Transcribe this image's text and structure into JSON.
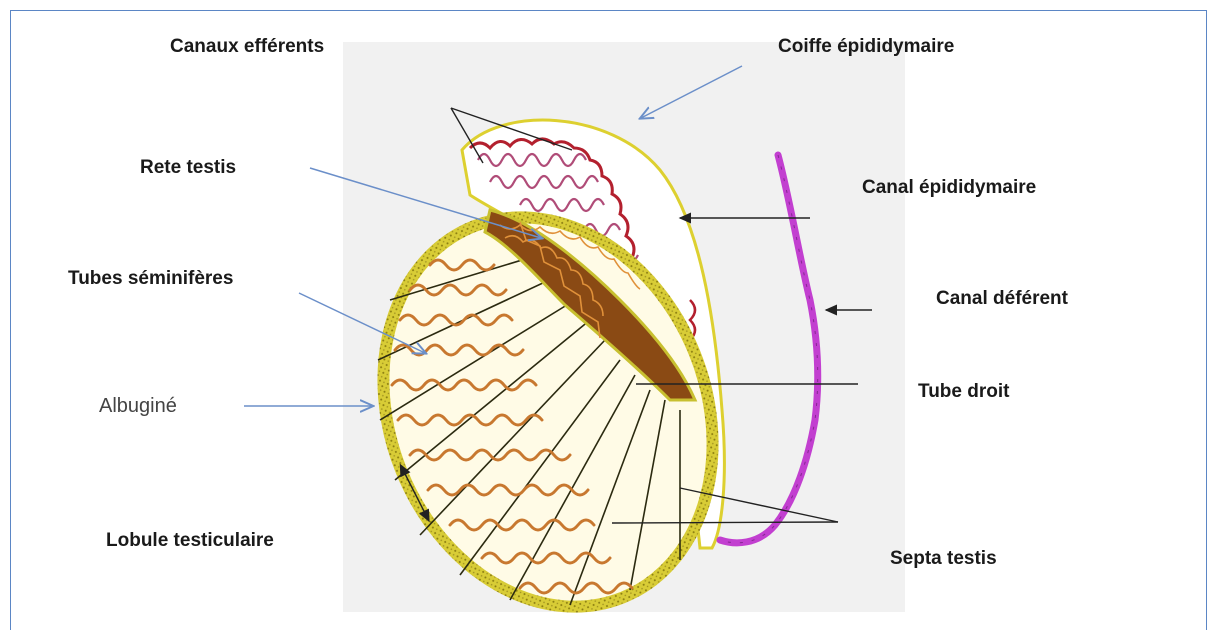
{
  "labels": {
    "canaux_efferents": "Canaux efférents",
    "coiffe_epididymaire": "Coiffe épididymaire",
    "rete_testis": "Rete testis",
    "canal_epididymaire": "Canal épididymaire",
    "tubes_seminiferes": "Tubes séminifères",
    "canal_deferent": "Canal déférent",
    "tube_droit": "Tube droit",
    "albugine": "Albuginé",
    "lobule_testiculaire": "Lobule testiculaire",
    "septa_testis": "Septa testis"
  },
  "colors": {
    "frame": "#5b86c5",
    "pointer_blue": "#6b8fc9",
    "albuginea_yellow": "#d9cf3a",
    "seminiferous_tubule": "#c8782f",
    "epididymis_red": "#b3202e",
    "efferent_pink": "#b04c78",
    "vas_deferens": "#c23fd0",
    "rete_brown": "#8a4a14"
  }
}
